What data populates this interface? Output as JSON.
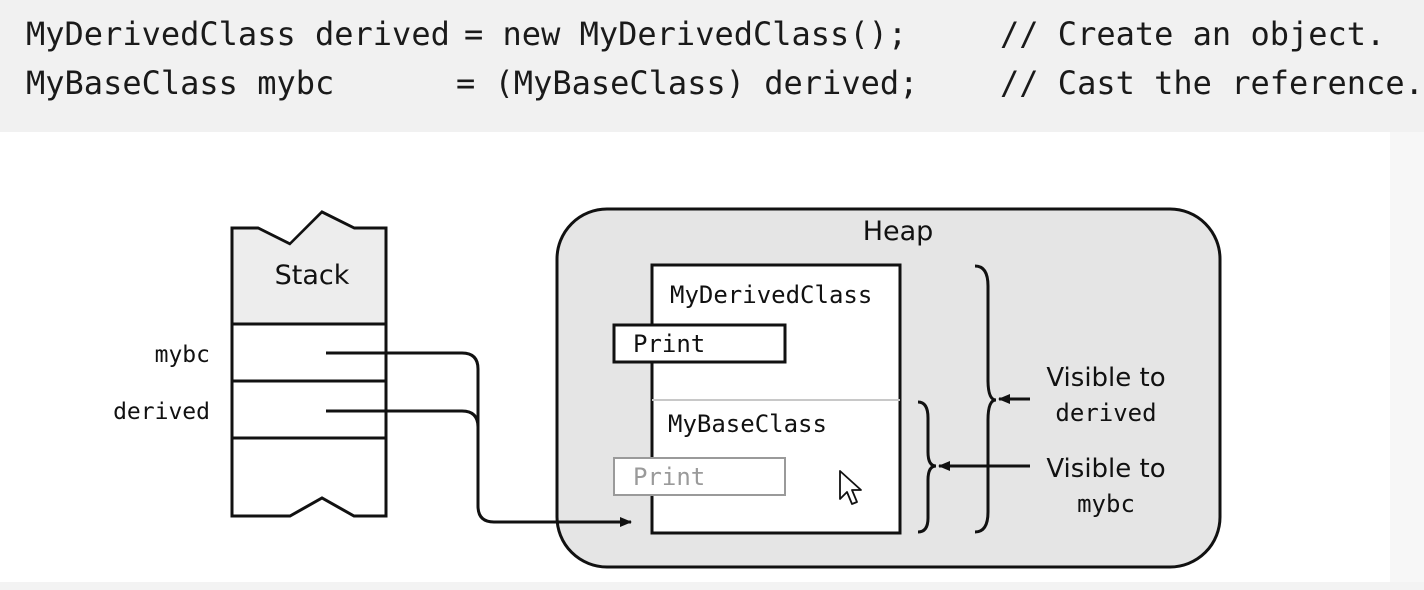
{
  "code": {
    "line1": {
      "declaration": "MyDerivedClass derived",
      "assignment": "= new MyDerivedClass();",
      "comment": "// Create an object."
    },
    "line2": {
      "declaration": "MyBaseClass mybc",
      "assignment": "= (MyBaseClass) derived;",
      "comment": "// Cast the reference."
    }
  },
  "diagram": {
    "stack": {
      "title": "Stack",
      "labels": {
        "mybc": "mybc",
        "derived": "derived"
      }
    },
    "heap": {
      "title": "Heap",
      "object": {
        "derived_section": {
          "class_name": "MyDerivedClass",
          "method": "Print"
        },
        "base_section": {
          "class_name": "MyBaseClass",
          "method": "Print"
        }
      }
    },
    "annotations": {
      "visible_derived": {
        "line1": "Visible to",
        "line2": "derived"
      },
      "visible_mybc": {
        "line1": "Visible to",
        "line2": "mybc"
      }
    }
  },
  "colors": {
    "code_background": "#f1f1f1",
    "heap_fill": "#e5e5e5",
    "stack_header_fill": "#ededed",
    "stroke": "#111111",
    "dimmed_method_text": "#9a9a9a"
  },
  "icons": {
    "cursor": "mouse-pointer-icon"
  }
}
